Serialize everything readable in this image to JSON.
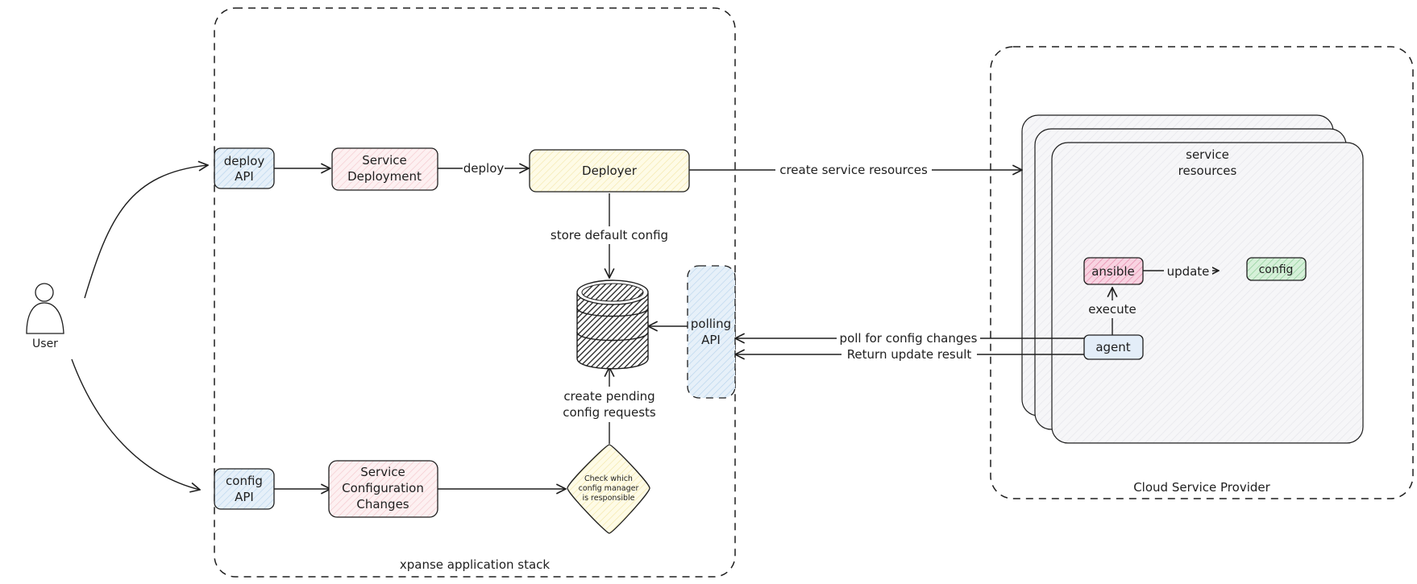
{
  "nodes": {
    "user": "User",
    "deploy_api": [
      "deploy",
      "API"
    ],
    "config_api": [
      "config",
      "API"
    ],
    "service_deployment": [
      "Service",
      "Deployment"
    ],
    "service_config_changes": [
      "Service",
      "Configuration",
      "Changes"
    ],
    "deployer": "Deployer",
    "polling_api": [
      "polling",
      "API"
    ],
    "check_manager": [
      "Check which",
      "config manager",
      "is responsible"
    ],
    "service_resources": [
      "service",
      "resources"
    ],
    "ansible": "ansible",
    "config": "config",
    "agent": "agent"
  },
  "edges": {
    "deploy": "deploy",
    "create_service_resources": "create service resources",
    "store_default_config": "store default config",
    "create_pending": [
      "create pending",
      "config requests"
    ],
    "update": "update",
    "execute": "execute",
    "poll_for_changes": "poll for config changes",
    "return_update_result": "Return update result"
  },
  "groups": {
    "xpanse_stack": "xpanse application stack",
    "cloud_provider": "Cloud Service Provider"
  },
  "colors": {
    "api_fill": "#dbe9f6",
    "service_fill": "#fbe4e6",
    "deployer_fill": "#fdf6cf",
    "polling_fill": "#d5e9f6",
    "check_fill": "#fdf8d8",
    "ansible_fill": "#f3b9cf",
    "config_fill": "#b9e3bf",
    "agent_fill": "#dde9f5",
    "resources_fill": "#f4f4f6",
    "database_fill": "#2a2a2a",
    "stroke": "#1e1e1e"
  }
}
